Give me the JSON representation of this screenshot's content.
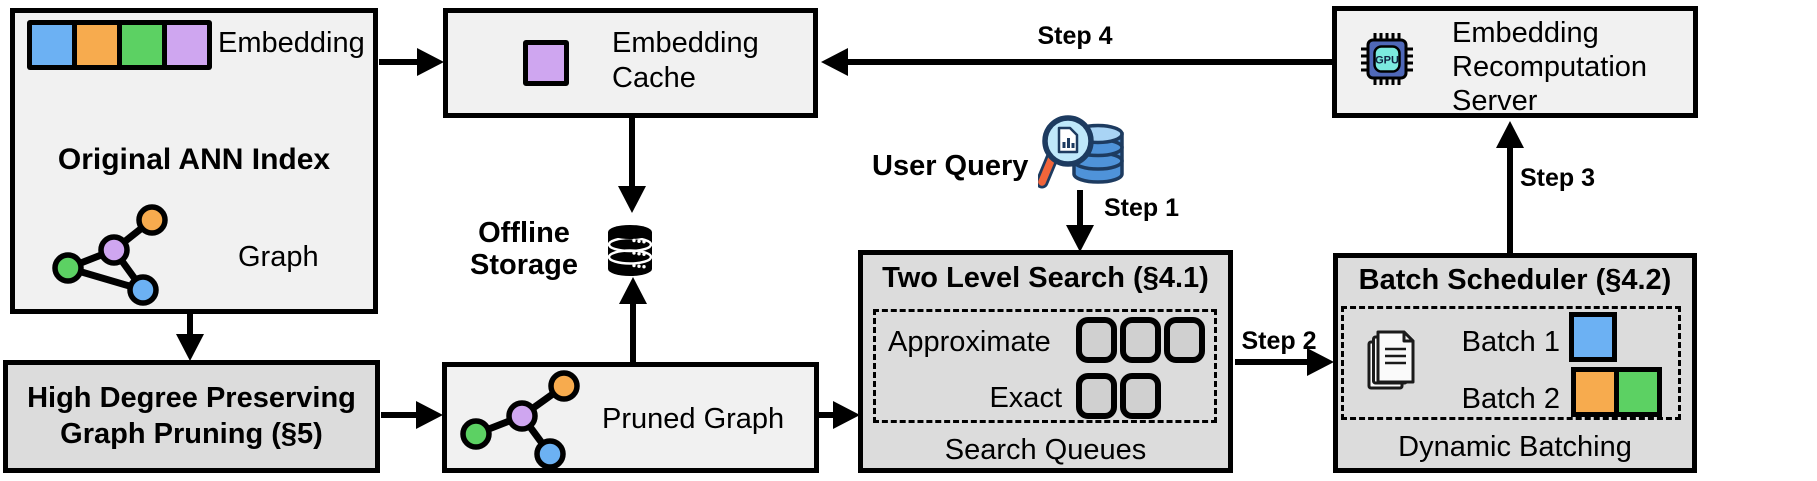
{
  "colors": {
    "blue": "#6cb1f3",
    "orange": "#f7ab4e",
    "green": "#5cd163",
    "purple": "#cfa6f0"
  },
  "ann_index": {
    "title": "Original ANN Index",
    "embedding_label": "Embedding",
    "graph_label": "Graph"
  },
  "embedding_cache": {
    "label": "Embedding\nCache"
  },
  "offline_storage": {
    "label": "Offline\nStorage"
  },
  "user_query": {
    "label": "User Query"
  },
  "steps": {
    "s1": "Step 1",
    "s2": "Step 2",
    "s3": "Step 3",
    "s4": "Step 4"
  },
  "two_level_search": {
    "title": "Two Level Search (§4.1)",
    "row1_label": "Approximate",
    "row2_label": "Exact",
    "footer": "Search Queues"
  },
  "batch_scheduler": {
    "title": "Batch Scheduler (§4.2)",
    "batch1_label": "Batch 1",
    "batch2_label": "Batch 2",
    "footer": "Dynamic Batching"
  },
  "recomputation_server": {
    "label": "Embedding\nRecomputation\nServer",
    "chip_text": "GPU"
  },
  "high_degree_pruning": {
    "title": "High Degree Preserving\nGraph Pruning (§5)"
  },
  "pruned_graph": {
    "label": "Pruned Graph"
  }
}
